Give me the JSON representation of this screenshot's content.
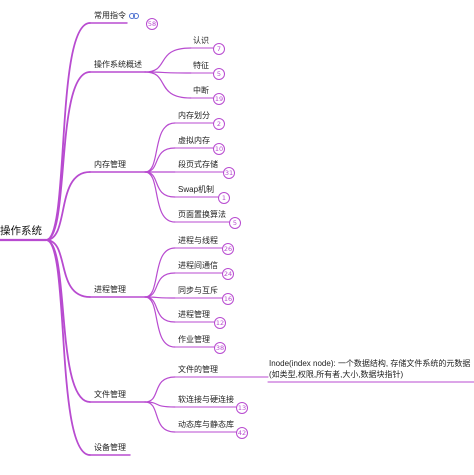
{
  "root": {
    "label": "操作系统"
  },
  "colors": {
    "branch": "#b84bd0",
    "badge_border": "#b84bd0",
    "text": "#222222"
  },
  "branches": [
    {
      "label": "常用指令",
      "icon": "link-icon",
      "badge": "58",
      "children": []
    },
    {
      "label": "操作系统概述",
      "children": [
        {
          "label": "认识",
          "badge": "7"
        },
        {
          "label": "特征",
          "badge": "5"
        },
        {
          "label": "中断",
          "badge": "19"
        }
      ]
    },
    {
      "label": "内存管理",
      "children": [
        {
          "label": "内存划分",
          "badge": "2"
        },
        {
          "label": "虚拟内存",
          "badge": "10"
        },
        {
          "label": "段页式存储",
          "badge": "31"
        },
        {
          "label": "Swap机制",
          "badge": "1"
        },
        {
          "label": "页面置换算法",
          "badge": "5"
        }
      ]
    },
    {
      "label": "进程管理",
      "children": [
        {
          "label": "进程与线程",
          "badge": "26"
        },
        {
          "label": "进程间通信",
          "badge": "24"
        },
        {
          "label": "同步与互斥",
          "badge": "16"
        },
        {
          "label": "进程管理",
          "badge": "12"
        },
        {
          "label": "作业管理",
          "badge": "38"
        }
      ]
    },
    {
      "label": "文件管理",
      "children": [
        {
          "label": "文件的管理",
          "children": [
            {
              "label": "Inode(index node): 一个数据结构, 存储文件系统的元数据 (如类型,权限,所有者,大小,数据块指针)"
            }
          ]
        },
        {
          "label": "软连接与硬连接",
          "badge": "13"
        },
        {
          "label": "动态库与静态库",
          "badge": "42"
        }
      ]
    },
    {
      "label": "设备管理",
      "children": []
    }
  ]
}
